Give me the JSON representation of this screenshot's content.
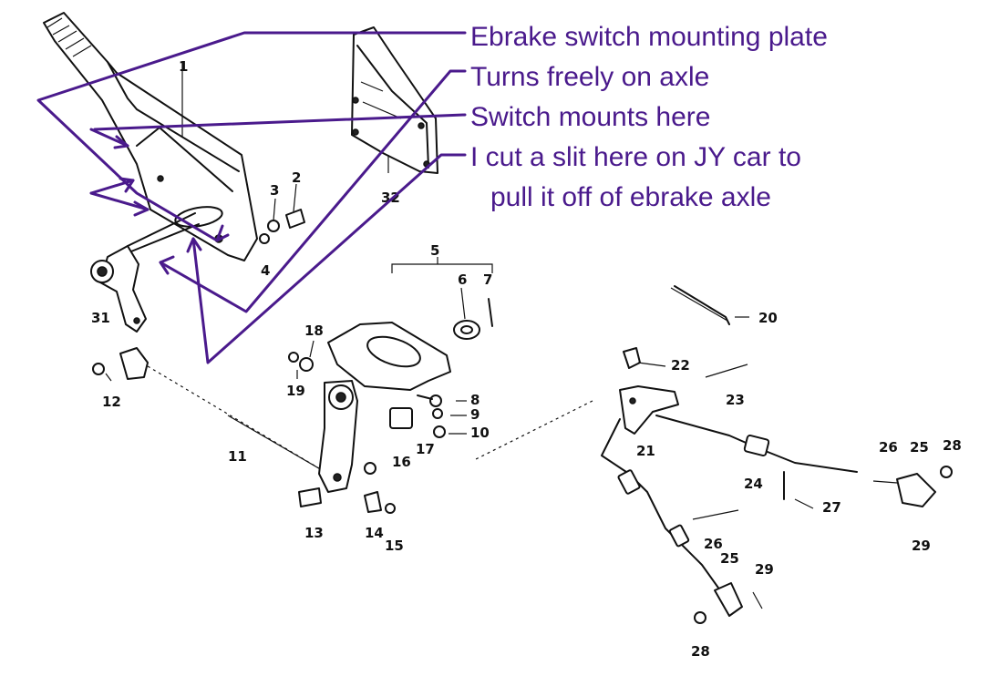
{
  "annotations": [
    "Ebrake switch mounting plate",
    "Turns freely on axle",
    "Switch mounts here",
    "I cut a slit here on JY car to",
    "pull it off of ebrake axle"
  ],
  "part_labels": [
    "1",
    "2",
    "3",
    "4",
    "5",
    "6",
    "7",
    "8",
    "9",
    "10",
    "11",
    "12",
    "13",
    "14",
    "15",
    "16",
    "17",
    "18",
    "19",
    "20",
    "21",
    "22",
    "23",
    "24",
    "25",
    "25",
    "26",
    "26",
    "27",
    "28",
    "28",
    "29",
    "29",
    "31",
    "32"
  ],
  "colors": {
    "annotation": "#4a1a8c",
    "linework": "#111111"
  }
}
